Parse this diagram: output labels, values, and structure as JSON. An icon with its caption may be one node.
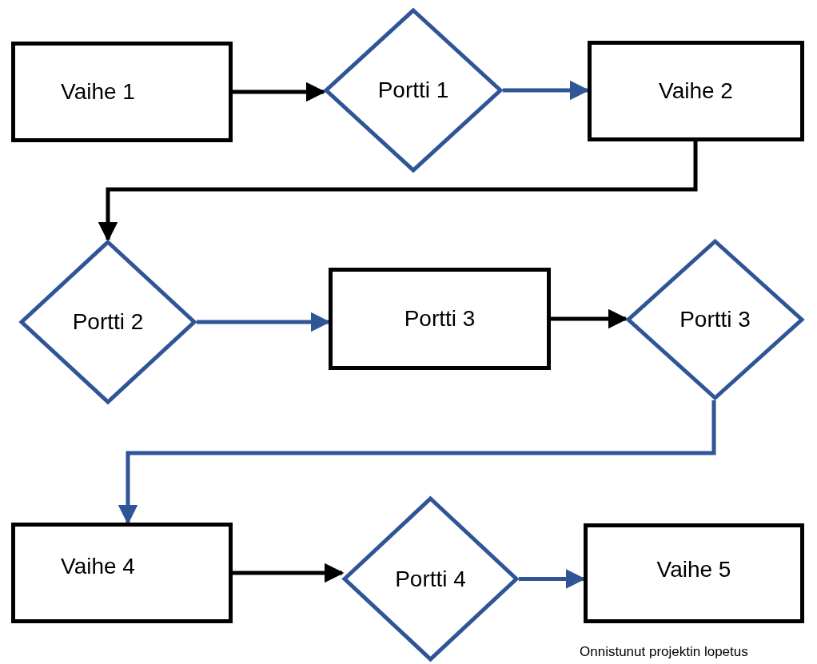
{
  "diagram": {
    "nodes": [
      {
        "text": [
          "Vaihe 1"
        ]
      },
      {
        "text": [
          "Portti 1"
        ]
      },
      {
        "text": [
          "Vaihe 2"
        ]
      },
      {
        "text": [
          "Portti 2"
        ]
      },
      {
        "text": [
          "Portti 3"
        ]
      },
      {
        "text": [
          "Portti 3"
        ]
      },
      {
        "text": [
          "Vaihe 4"
        ]
      },
      {
        "text": [
          "Portti 4"
        ]
      },
      {
        "text": [
          "Vaihe 5"
        ],
        "beside": [
          "Onnistunut projektin lopetus"
        ]
      }
    ],
    "edges": [
      {
        "from": 0,
        "to": 1,
        "arrow": "to"
      },
      {
        "from": 1,
        "to": 2,
        "arrow": "to",
        "color": "#2f5597"
      },
      {
        "from": 2,
        "to": 3,
        "arrow": "to"
      },
      {
        "from": 3,
        "to": 4,
        "arrow": "to",
        "color": "#2f5597"
      },
      {
        "from": 4,
        "to": 5,
        "arrow": "to"
      },
      {
        "from": 5,
        "to": 6,
        "arrow": "to",
        "color": "#2f5597"
      },
      {
        "from": 6,
        "to": 7,
        "arrow": "to"
      },
      {
        "from": 7,
        "to": 8,
        "arrow": "to",
        "color": "#2f5597"
      }
    ]
  }
}
